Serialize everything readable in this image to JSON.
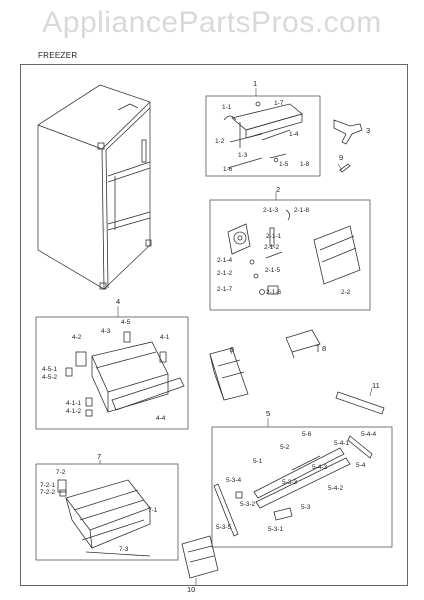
{
  "header": {
    "site": "AppliancePartsPros.com",
    "section": "FREEZER"
  },
  "callouts": {
    "g1": "1",
    "g1_1": "1-1",
    "g1_7": "1-7",
    "g1_2": "1-2",
    "g1_4": "1-4",
    "g1_3": "1-3",
    "g1_5": "1-5",
    "g1_8": "1-8",
    "g1_6": "1-6",
    "g3": "3",
    "g9": "9",
    "g2": "2",
    "g2_1_3": "2-1-3",
    "g2_1_8": "2-1-8",
    "g2_1_1": "2-1-1",
    "g2_1_2": "2-1-2",
    "g2_1_4": "2-1-4",
    "g2_1_5": "2-1-5",
    "g2_1_7": "2-1-7",
    "g2_1_6": "2-1-6",
    "g2_2": "2-2",
    "g4": "4",
    "g4_5": "4-5",
    "g4_2": "4-2",
    "g4_3": "4-3",
    "g4_1": "4-1",
    "g4_5_1": "4-5-1",
    "g4_5_2": "4-5-2",
    "g4_1_1": "4-1-1",
    "g4_1_2": "4-1-2",
    "g4_4": "4-4",
    "g6": "6",
    "g8": "8",
    "g11": "11",
    "g5": "5",
    "g5_6": "5-6",
    "g5_4_1": "5-4-1",
    "g5_4_4": "5-4-4",
    "g5_2": "5-2",
    "g5_4_3": "5-4-3",
    "g5_4": "5-4",
    "g5_1": "5-1",
    "g5_3_4": "5-3-4",
    "g5_3_3": "5-3-3",
    "g5_4_2": "5-4-2",
    "g5_3_2": "5-3-2",
    "g5_3": "5-3",
    "g5_3_5": "5-3-5",
    "g5_3_1": "5-3-1",
    "g7": "7",
    "g7_2": "7-2",
    "g7_2_1": "7-2-1",
    "g7_2_2": "7-2-2",
    "g7_1": "7-1",
    "g7_3": "7-3",
    "g10": "10"
  },
  "colors": {
    "line": "#333333",
    "box": "#555555",
    "watermark": "#d9d9d9"
  }
}
